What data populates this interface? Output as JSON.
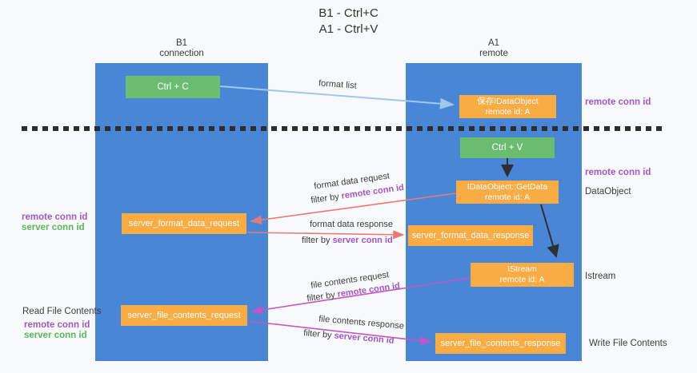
{
  "title": {
    "line1": "B1 - Ctrl+C",
    "line2": "A1 - Ctrl+V"
  },
  "lifelines": {
    "b1": {
      "name": "B1",
      "role": "connection"
    },
    "a1": {
      "name": "A1",
      "role": "remote"
    }
  },
  "boxes": {
    "ctrl_c": {
      "label": "Ctrl + C"
    },
    "ctrl_v": {
      "label": "Ctrl + V"
    },
    "save_idataobject": {
      "line1": "保存IDataObject",
      "line2": "remote id: A"
    },
    "idataobject_getdata": {
      "line1": "IDataObject::GetData",
      "line2": "remote id: A"
    },
    "istream": {
      "line1": "IStream",
      "line2": "remote id: A"
    },
    "server_format_data_request": {
      "label": "server_format_data_request"
    },
    "server_format_data_response": {
      "label": "server_format_data_response"
    },
    "server_file_contents_request": {
      "label": "server_file_contents_request"
    },
    "server_file_contents_response": {
      "label": "server_file_contents_response"
    }
  },
  "annotations": {
    "remote_conn_id_top": "remote conn id",
    "remote_conn_id_mid": "remote conn id",
    "dataobject": "DataObject",
    "istream": "Istream",
    "left_upper": {
      "remote": "remote conn id",
      "server": "server conn id"
    },
    "read_file_contents": "Read File Contents",
    "left_lower": {
      "remote": "remote conn id",
      "server": "server conn id"
    },
    "write_file_contents": "Write File Contents"
  },
  "edge_labels": {
    "format_list": "format list",
    "format_data_request": "format data request",
    "filter_request_1": {
      "prefix": "filter by ",
      "key": "remote conn id"
    },
    "format_data_response": "format data response",
    "filter_response_1": {
      "prefix": "filter by ",
      "key": "server conn id"
    },
    "file_contents_request": "file contents request",
    "filter_request_2": {
      "prefix": "filter by ",
      "key": "remote conn id"
    },
    "file_contents_response": "file contents response",
    "filter_response_2": {
      "prefix": "filter by ",
      "key": "server conn id"
    }
  },
  "colors": {
    "lifeline_blue": "#4a86d6",
    "box_orange": "#f9ab44",
    "box_green": "#6abd6e",
    "arrow_light_blue": "#9fc9ea",
    "arrow_red": "#e87a76",
    "arrow_magenta": "#c156c9",
    "arrow_black": "#2f2f2f",
    "text_purple": "#a257c6",
    "text_green": "#57b75a",
    "text_dark": "#3c3c3c",
    "background": "#f8f9fa"
  }
}
